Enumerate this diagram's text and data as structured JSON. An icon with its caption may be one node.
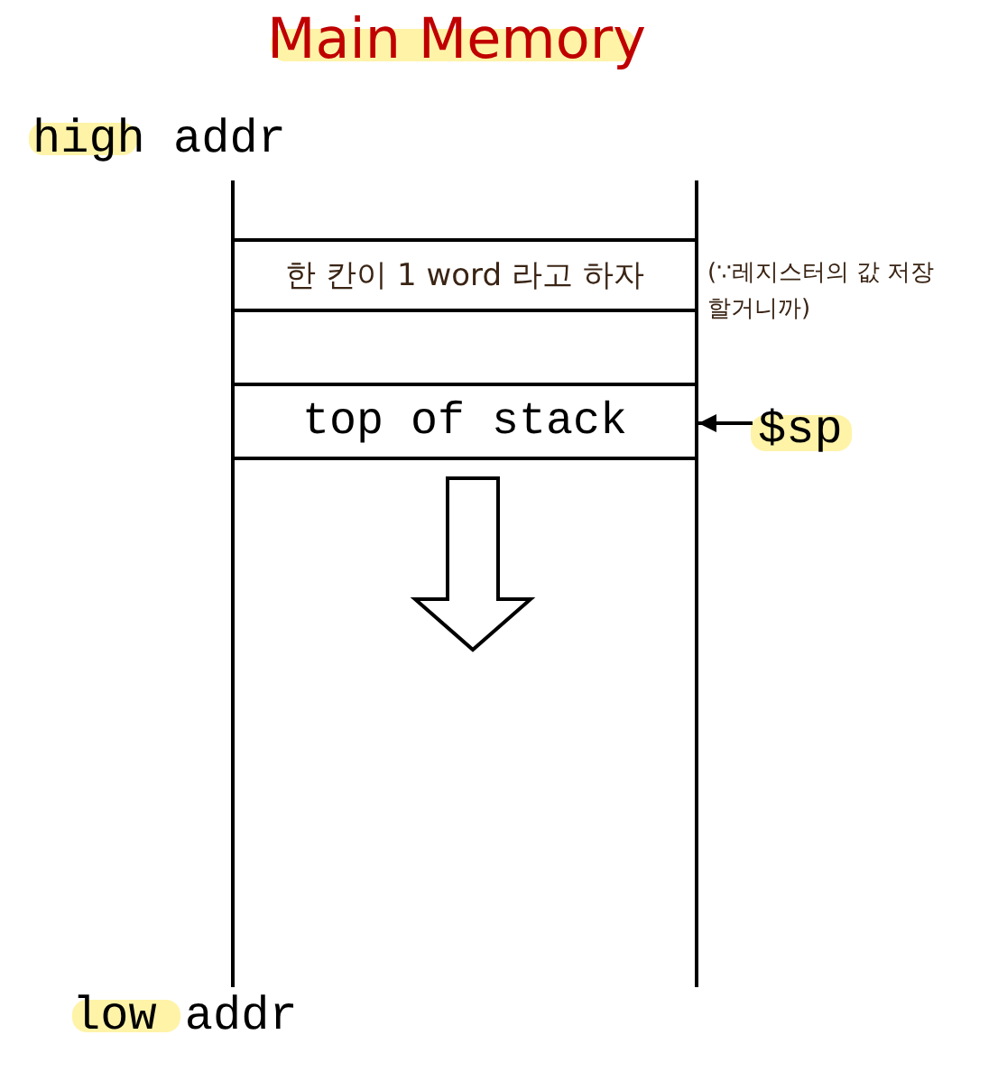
{
  "diagram": {
    "title": "Main Memory",
    "nodes": [
      {
        "text": [
          "한 칸이 1 word 라고 하자"
        ],
        "beside": [
          "(∵레지스터의 값 저장 할거니까)"
        ]
      },
      {
        "text": [],
        "shape": "box"
      },
      {
        "text": [
          "top of stack"
        ]
      },
      {
        "text": [
          "$sp"
        ]
      }
    ],
    "edges": [
      {
        "from": 3,
        "to": 2,
        "arrow": "to"
      }
    ],
    "labels": [
      "high addr",
      "low addr"
    ]
  }
}
